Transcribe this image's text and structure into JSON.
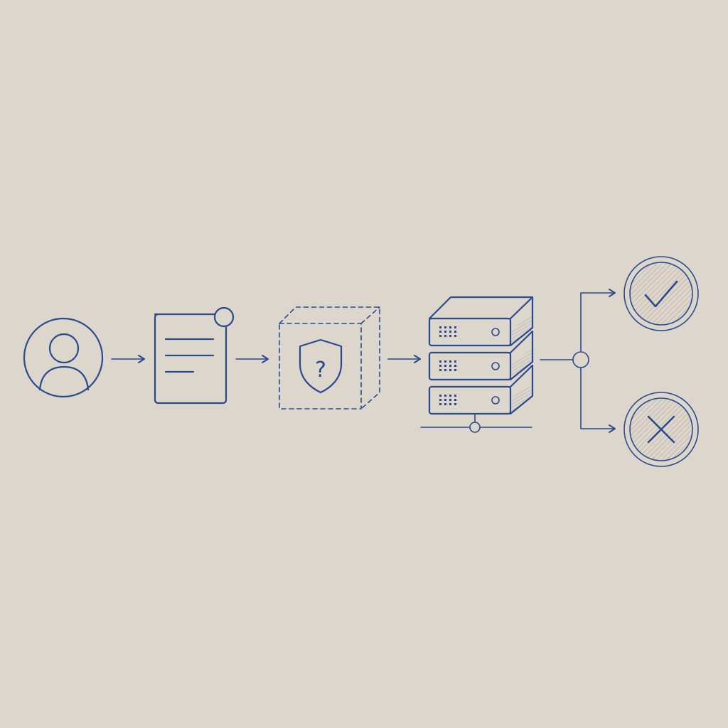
{
  "colors": {
    "background": "#dcd6cc",
    "ink": "#2b4a8c",
    "hatch": "#b8ada0"
  },
  "diagram": {
    "nodes": [
      {
        "id": "user",
        "icon": "user-avatar-icon"
      },
      {
        "id": "document",
        "icon": "document-icon"
      },
      {
        "id": "security-check",
        "icon": "shield-icon",
        "glyph": "?"
      },
      {
        "id": "server",
        "icon": "server-rack-icon"
      },
      {
        "id": "approved",
        "icon": "check-icon"
      },
      {
        "id": "rejected",
        "icon": "close-icon"
      }
    ]
  }
}
